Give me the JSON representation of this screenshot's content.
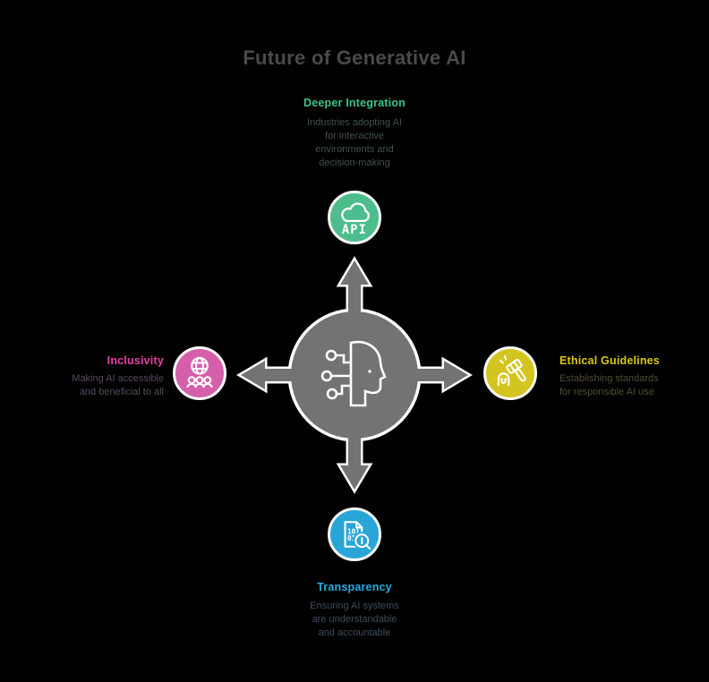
{
  "title": "Future of Generative AI",
  "colors": {
    "background": "#000000",
    "hub_gray": "#737373",
    "outline_white": "#ffffff",
    "title_text": "#4a4a4a",
    "green_node": "#4cbd8b",
    "green_label": "#3cc289",
    "pink_node": "#d55fab",
    "pink_label": "#e93fa7",
    "yellow_node": "#d3c41f",
    "yellow_label": "#dbc912",
    "blue_node": "#29a5d8",
    "blue_label": "#28abe2"
  },
  "center": {
    "icon": "ai-head-icon"
  },
  "sections": {
    "top": {
      "label": "Deeper Integration",
      "description": [
        "Industries adopting AI",
        "for interactive",
        "environments and",
        "decision-making"
      ],
      "icon": "cloud-api-icon",
      "icon_text": "API"
    },
    "right": {
      "label": "Ethical Guidelines",
      "description": [
        "Establishing standards",
        "for responsible AI use"
      ],
      "icon": "gavel-icon"
    },
    "bottom": {
      "label": "Transparency",
      "description": [
        "Ensuring AI systems",
        "are understandable",
        "and accountable"
      ],
      "icon": "document-search-icon",
      "doc_text_row1": "1011",
      "doc_text_row2": "01"
    },
    "left": {
      "label": "Inclusivity",
      "description": [
        "Making AI accessible",
        "and beneficial to all"
      ],
      "icon": "globe-people-icon"
    }
  }
}
